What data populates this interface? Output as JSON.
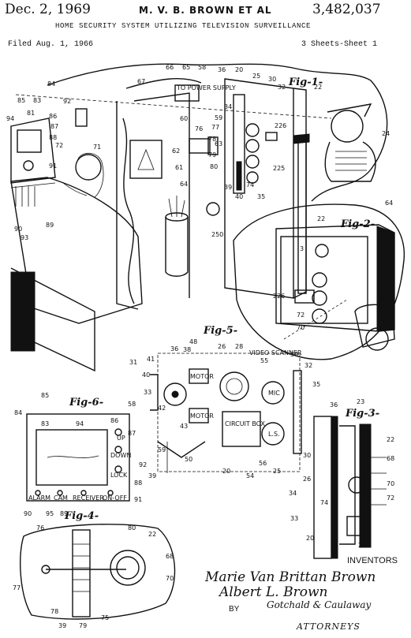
{
  "header": {
    "date": "Dec. 2, 1969",
    "inventors_short": "M. V. B. BROWN  ET AL",
    "patent_number": "3,482,037",
    "title": "HOME SECURITY SYSTEM UTILIZING TELEVISION SURVEILLANCE",
    "filed": "Filed Aug. 1, 1966",
    "sheets": "3 Sheets-Sheet 1"
  },
  "figures": {
    "fig1": "Fig-1-",
    "fig2": "Fig-2-",
    "fig3": "Fig-3-",
    "fig4": "Fig-4-",
    "fig5": "Fig-5-",
    "fig6": "Fig-6-"
  },
  "diagram_text": {
    "power_supply": "TO POWER SUPPLY",
    "video_scanner": "VIDEO SCANNER",
    "video_scanner_num": "55",
    "mic": "MIC",
    "circuit_box": "CIRCUIT BOX",
    "ls": "L.S.",
    "motor1": "MOTOR",
    "motor2": "MOTOR",
    "fig6_up": "UP",
    "fig6_down": "DOWN",
    "fig6_lock": "LOCK",
    "fig6_alarm": "ALARM",
    "fig6_cam": "CAM",
    "fig6_receiver": "RECEIVER",
    "fig6_onoff": "ON-OFF"
  },
  "labels": {
    "fig1": [
      "66",
      "65",
      "58",
      "36",
      "20",
      "25",
      "30",
      "32",
      "22",
      "84",
      "67",
      "85",
      "83",
      "92",
      "94",
      "81",
      "86",
      "87",
      "88",
      "72",
      "71",
      "91",
      "90",
      "93",
      "89",
      "60",
      "62",
      "61",
      "64",
      "63",
      "76",
      "77",
      "59",
      "78",
      "79",
      "80",
      "39",
      "40",
      "74",
      "225",
      "226",
      "34",
      "35",
      "24",
      "250"
    ],
    "fig2": [
      "64",
      "22",
      "3",
      "226",
      "72",
      "70"
    ],
    "fig5": [
      "31",
      "41",
      "40",
      "58",
      "33",
      "36",
      "38",
      "48",
      "26",
      "28",
      "42",
      "43",
      "50",
      "59",
      "39",
      "20",
      "54",
      "56",
      "25",
      "30",
      "32",
      "35"
    ],
    "fig6": [
      "85",
      "84",
      "83",
      "94",
      "86",
      "87",
      "92",
      "88",
      "91",
      "90",
      "95",
      "89"
    ],
    "fig3": [
      "23",
      "36",
      "22",
      "68",
      "30",
      "26",
      "70",
      "72",
      "74",
      "33",
      "34",
      "20",
      "29"
    ],
    "fig4": [
      "76",
      "80",
      "22",
      "68",
      "70",
      "77",
      "78",
      "39",
      "79",
      "75"
    ]
  },
  "footer": {
    "inventors_label": "INVENTORS",
    "inventor1": "Marie Van Brittan Brown",
    "inventor2": "Albert L. Brown",
    "by": "BY",
    "attorney_signature": "Gotchald & Caulaway",
    "attorneys": "ATTORNEYS"
  }
}
